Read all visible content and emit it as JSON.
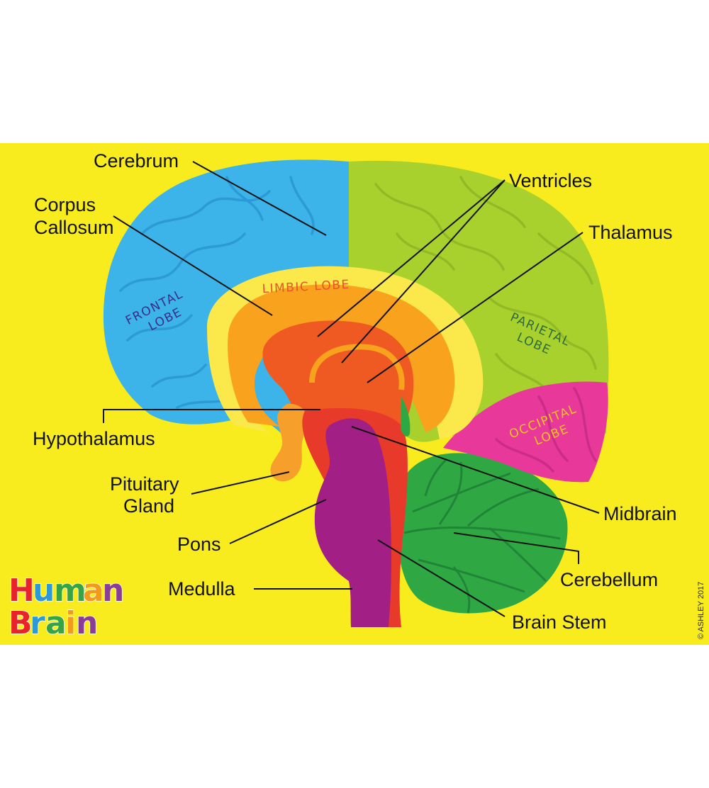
{
  "labels": {
    "cerebrum": "Cerebrum",
    "corpus_1": "Corpus",
    "corpus_2": "Callosum",
    "ventricles": "Ventricles",
    "thalamus": "Thalamus",
    "hypothalamus": "Hypothalamus",
    "pituitary_1": "Pituitary",
    "pituitary_2": "Gland",
    "pons": "Pons",
    "medulla": "Medulla",
    "midbrain": "Midbrain",
    "cerebellum": "Cerebellum",
    "brain_stem": "Brain Stem"
  },
  "lobes": {
    "frontal_1": "FRONTAL",
    "frontal_2": "LOBE",
    "limbic": "LIMBIC LOBE",
    "parietal_1": "PARIETAL",
    "parietal_2": "LOBE",
    "occipital_1": "OCCIPITAL",
    "occipital_2": "LOBE"
  },
  "title": {
    "line1": [
      "H",
      "u",
      "m",
      "a",
      "n"
    ],
    "line2": [
      "B",
      "r",
      "a",
      "i",
      "n"
    ]
  },
  "copyright": "© ASHLEY 2017",
  "colors": {
    "background": "#f9ec1e",
    "frontal": "#3cb4ea",
    "parietal": "#a8d12e",
    "occipital": "#e8389a",
    "limbic": "#fbe84a",
    "corpus_callosum": "#f8a21e",
    "thalamus": "#ee5a21",
    "pituitary": "#f6a02b",
    "brain_stem": "#e83a2a",
    "midbrain": "#a21f86",
    "cerebellum": "#2fa844",
    "frontal_text": "#3a2d8a",
    "limbic_text": "#e8532a",
    "parietal_text": "#2d6b3a",
    "occipital_text": "#f6c51e",
    "title_letters": [
      "#e8242a",
      "#2c9ad6",
      "#37a444",
      "#f39a1e",
      "#8b3c96"
    ]
  }
}
